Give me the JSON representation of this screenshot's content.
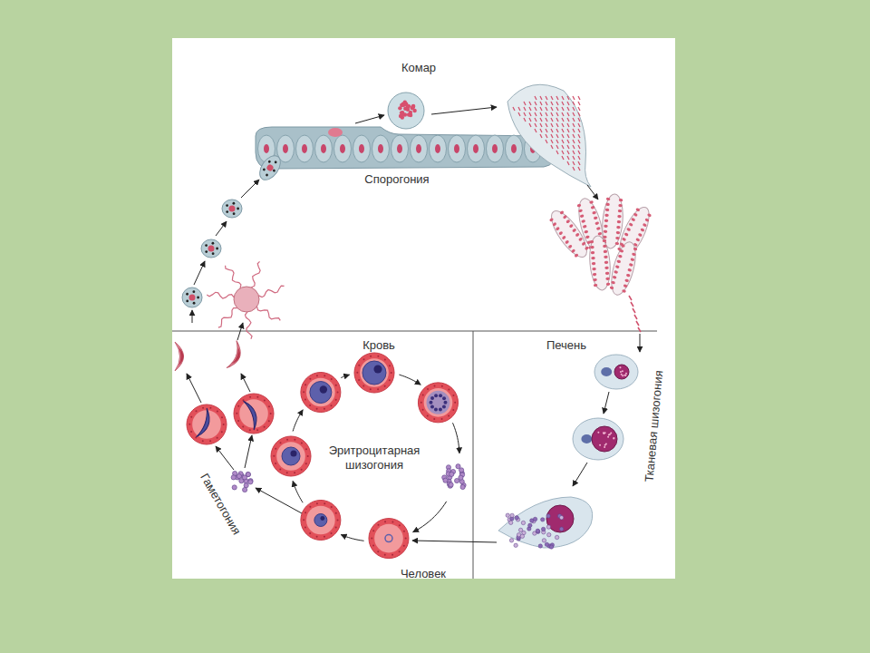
{
  "diagram": {
    "labels": [
      "Комар",
      "Спорогония",
      "Кровь",
      "Печень",
      "Эритроцитарная шизогония",
      "Тканевая шизогония",
      "Гаметогония",
      "Человек"
    ]
  }
}
